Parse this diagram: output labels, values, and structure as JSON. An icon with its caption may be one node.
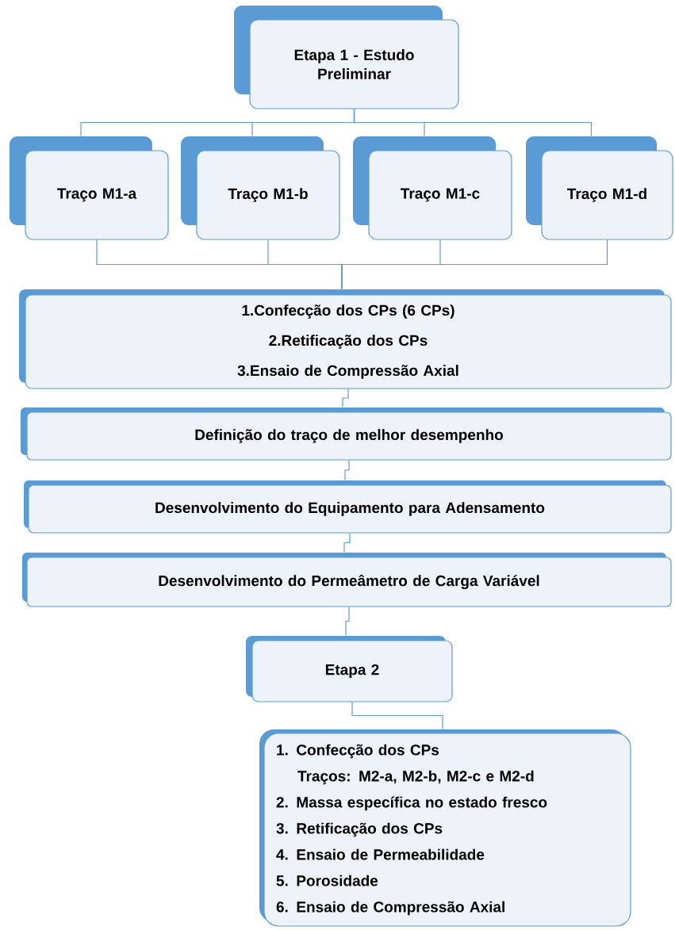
{
  "diagram": {
    "nodes": [
      {
        "text": [
          "Etapa 1 - Estudo Preliminar"
        ]
      },
      {
        "text": [
          "Traço M1-a"
        ]
      },
      {
        "text": [
          "Traço M1-b"
        ]
      },
      {
        "text": [
          "Traço M1-c"
        ]
      },
      {
        "text": [
          "Traço M1-d"
        ]
      },
      {
        "text": [
          "1.Confecção dos CPs (6 CPs)",
          "2.Retificação dos CPs",
          "3.Ensaio de Compressão Axial"
        ]
      },
      {
        "text": [
          "Definição do traço de melhor desempenho"
        ]
      },
      {
        "text": [
          "Desenvolvimento do Equipamento para Adensamento"
        ]
      },
      {
        "text": [
          "Desenvolvimento do Permeâmetro de Carga Variável"
        ]
      },
      {
        "text": [
          "Etapa 2"
        ]
      },
      {
        "text": [
          "1. Confecção dos CPs",
          "Traços: M2-a, M2-b, M2-c e M2-d",
          "2. Massa específica no estado fresco",
          "3. Retificação dos CPs",
          "4. Ensaio de Permeabilidade",
          "5. Porosidade",
          "6. Ensaio de Compressão Axial"
        ]
      }
    ],
    "edges": [
      {
        "from": 0,
        "to": 1,
        "arrow": "none"
      },
      {
        "from": 0,
        "to": 2,
        "arrow": "none"
      },
      {
        "from": 0,
        "to": 3,
        "arrow": "none"
      },
      {
        "from": 0,
        "to": 4,
        "arrow": "none"
      },
      {
        "from": 1,
        "to": 5,
        "arrow": "none"
      },
      {
        "from": 2,
        "to": 5,
        "arrow": "none"
      },
      {
        "from": 3,
        "to": 5,
        "arrow": "none"
      },
      {
        "from": 4,
        "to": 5,
        "arrow": "none"
      },
      {
        "from": 5,
        "to": 6,
        "arrow": "none"
      },
      {
        "from": 6,
        "to": 7,
        "arrow": "none"
      },
      {
        "from": 7,
        "to": 8,
        "arrow": "none"
      },
      {
        "from": 8,
        "to": 9,
        "arrow": "none"
      },
      {
        "from": 9,
        "to": 10,
        "arrow": "none"
      }
    ]
  }
}
